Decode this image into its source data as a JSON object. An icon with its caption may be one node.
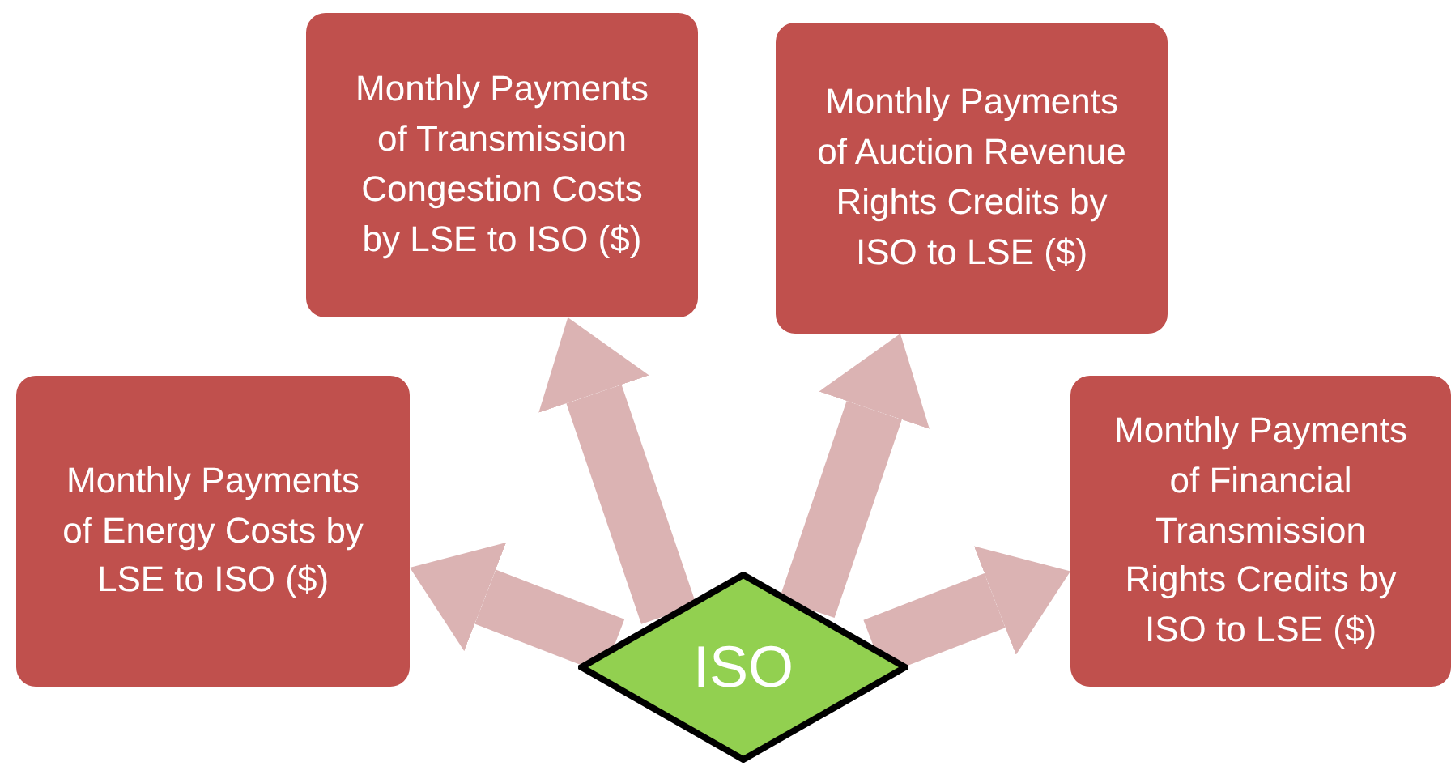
{
  "diagram": {
    "nodes": [
      {
        "text": [
          "Monthly Payments of Transmission Congestion Costs by LSE to ISO ($)"
        ]
      },
      {
        "text": [
          "Monthly Payments of Auction Revenue Rights Credits by ISO to LSE ($)"
        ]
      },
      {
        "text": [
          "Monthly Payments of Energy Costs by LSE to ISO ($)"
        ]
      },
      {
        "text": [
          "Monthly Payments of Financial Transmission Rights Credits by ISO to LSE ($)"
        ]
      },
      {
        "text": [
          "ISO"
        ]
      }
    ],
    "edges": [
      {
        "from": 4,
        "to": 0,
        "arrow": "to"
      },
      {
        "from": 4,
        "to": 1,
        "arrow": "to"
      },
      {
        "from": 4,
        "to": 2,
        "arrow": "to"
      },
      {
        "from": 4,
        "to": 3,
        "arrow": "to"
      }
    ]
  }
}
